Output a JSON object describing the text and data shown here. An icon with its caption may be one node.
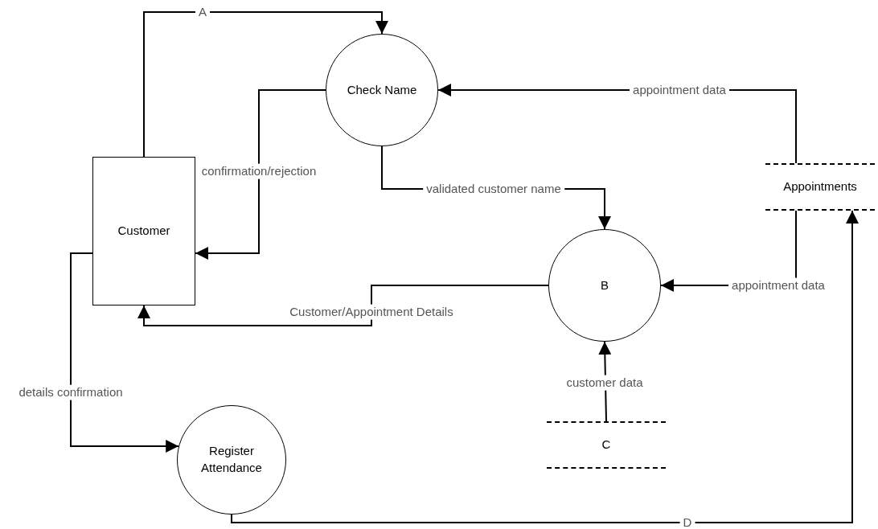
{
  "diagram": {
    "nodes": [
      {
        "text": [
          "Check Name"
        ]
      },
      {
        "text": [
          "Customer"
        ]
      },
      {
        "text": [
          "B"
        ]
      },
      {
        "text": [
          "Appointments"
        ]
      },
      {
        "text": [
          "Register Attendance"
        ]
      },
      {
        "text": [
          "C"
        ]
      }
    ],
    "edges": [
      {
        "from": 1,
        "to": 0,
        "arrow": "to",
        "label": "A"
      },
      {
        "from": 3,
        "to": 0,
        "arrow": "to",
        "label": "appointment data"
      },
      {
        "from": 0,
        "to": 1,
        "arrow": "to",
        "label": "confirmation/rejection"
      },
      {
        "from": 0,
        "to": 2,
        "arrow": "to",
        "label": "validated customer name"
      },
      {
        "from": 3,
        "to": 2,
        "arrow": "to",
        "label": "appointment data"
      },
      {
        "from": 2,
        "to": 1,
        "arrow": "to",
        "label": "Customer/Appointment Details"
      },
      {
        "from": 5,
        "to": 2,
        "arrow": "to",
        "label": "customer data"
      },
      {
        "from": 1,
        "to": 4,
        "arrow": "to",
        "label": "details confirmation"
      },
      {
        "from": 4,
        "to": 3,
        "arrow": "to",
        "label": "D"
      }
    ]
  }
}
